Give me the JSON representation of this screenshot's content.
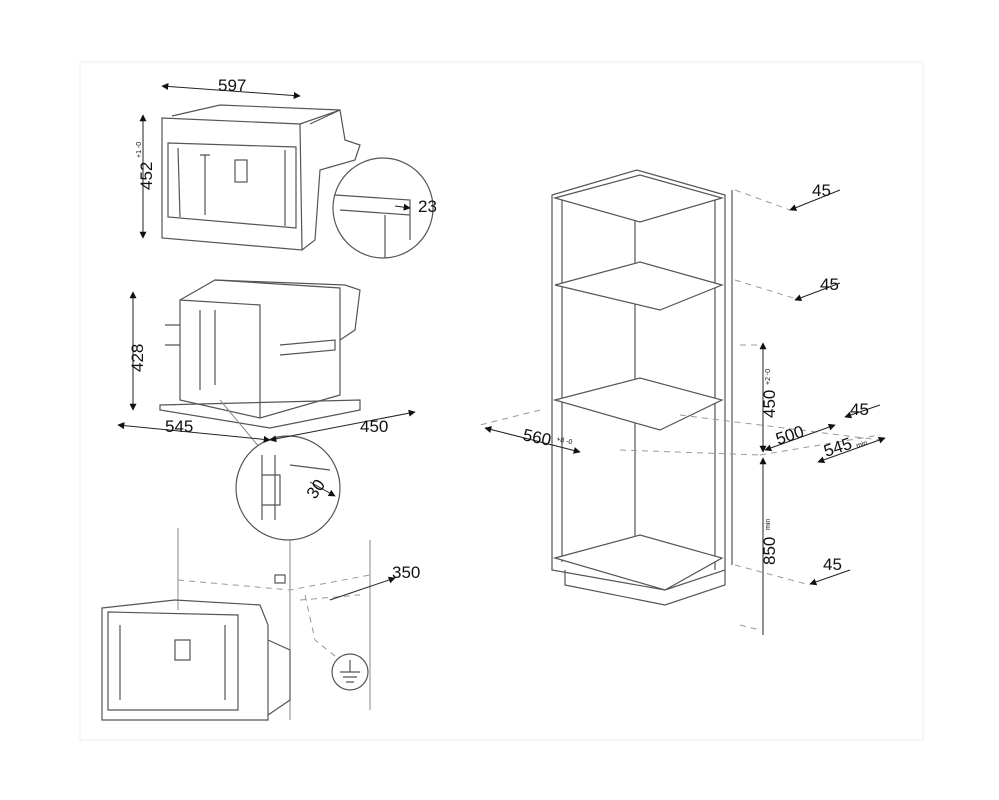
{
  "top_view": {
    "width": "597",
    "height": "452",
    "height_tol": "+1 -0",
    "detail_gap": "23"
  },
  "side_view": {
    "height": "428",
    "depth": "545",
    "depth_2": "450",
    "detail_angle": "30"
  },
  "install_view": {
    "socket_height": "350"
  },
  "cabinet": {
    "gap_top": "45",
    "gap_upper_shelf": "45",
    "gap_mid": "45",
    "gap_bottom": "45",
    "niche_height": "450",
    "niche_height_tol": "+2 -0",
    "width": "560",
    "width_tol": "+8 -0",
    "depth_500": "500",
    "depth_min": "545",
    "depth_min_suffix": "min",
    "base_height": "850",
    "base_height_suffix": "min"
  }
}
